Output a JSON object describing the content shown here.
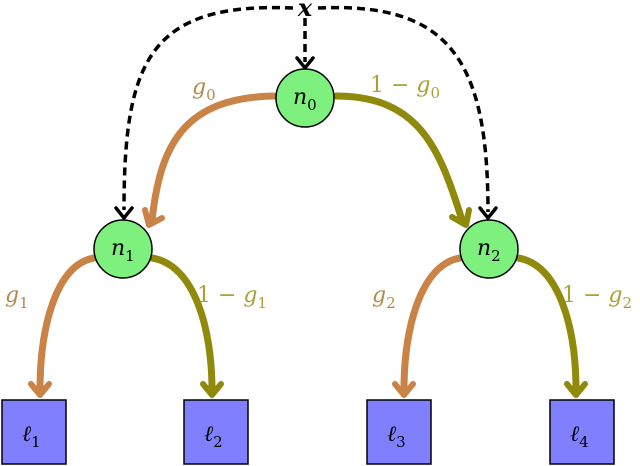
{
  "colors": {
    "left_edge": "#c98346",
    "right_edge": "#8f8a0c",
    "left_label": "#b38a4d",
    "right_label": "#a7a233",
    "node_fill": "#7df07d",
    "leaf_fill": "#8080ff",
    "dashed": "#000000"
  },
  "input": {
    "base": "x"
  },
  "nodes": [
    {
      "base": "n",
      "sub": "0"
    },
    {
      "base": "n",
      "sub": "1"
    },
    {
      "base": "n",
      "sub": "2"
    }
  ],
  "leaves": [
    {
      "base": "ℓ",
      "sub": "1"
    },
    {
      "base": "ℓ",
      "sub": "2"
    },
    {
      "base": "ℓ",
      "sub": "3"
    },
    {
      "base": "ℓ",
      "sub": "4"
    }
  ],
  "edge_labels": {
    "n0_left": {
      "base": "g",
      "sub": "0"
    },
    "n0_right": {
      "prefix": "1 − ",
      "base": "g",
      "sub": "0"
    },
    "n1_left": {
      "base": "g",
      "sub": "1"
    },
    "n1_right": {
      "prefix": "1 − ",
      "base": "g",
      "sub": "1"
    },
    "n2_left": {
      "base": "g",
      "sub": "2"
    },
    "n2_right": {
      "prefix": "1 − ",
      "base": "g",
      "sub": "2"
    }
  }
}
